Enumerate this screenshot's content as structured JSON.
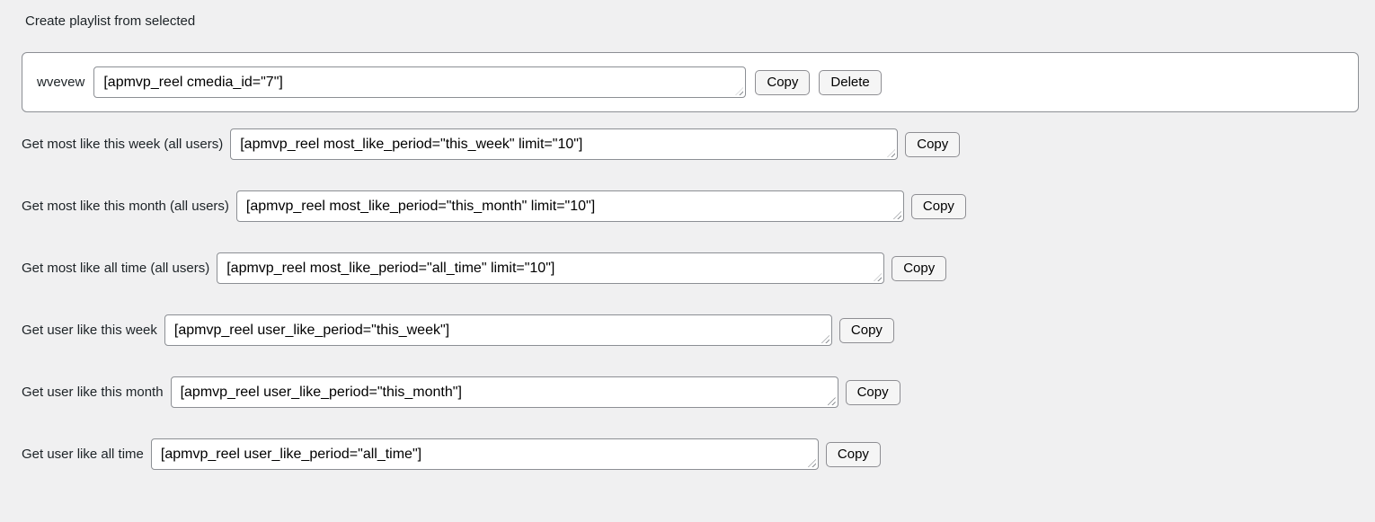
{
  "page": {
    "heading": "Create playlist from selected"
  },
  "icons": {
    "resize_handle": "diagonal-grip-lines"
  },
  "playlist_box": {
    "name": "wvevew",
    "shortcode": "[apmvp_reel cmedia_id=\"7\"]",
    "copy_label": "Copy",
    "delete_label": "Delete"
  },
  "rows": [
    {
      "label": "Get most like this week (all users)",
      "shortcode": "[apmvp_reel most_like_period=\"this_week\" limit=\"10\"]",
      "copy_label": "Copy"
    },
    {
      "label": "Get most like this month (all users)",
      "shortcode": "[apmvp_reel most_like_period=\"this_month\" limit=\"10\"]",
      "copy_label": "Copy"
    },
    {
      "label": "Get most like all time (all users)",
      "shortcode": "[apmvp_reel most_like_period=\"all_time\" limit=\"10\"]",
      "copy_label": "Copy"
    },
    {
      "label": "Get user like this week",
      "shortcode": "[apmvp_reel user_like_period=\"this_week\"]",
      "copy_label": "Copy"
    },
    {
      "label": "Get user like this month",
      "shortcode": "[apmvp_reel user_like_period=\"this_month\"]",
      "copy_label": "Copy"
    },
    {
      "label": "Get user like all time",
      "shortcode": "[apmvp_reel user_like_period=\"all_time\"]",
      "copy_label": "Copy"
    }
  ]
}
